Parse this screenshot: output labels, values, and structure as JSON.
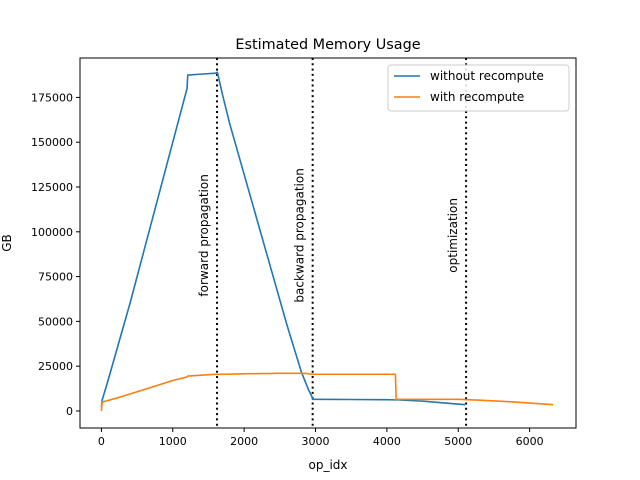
{
  "chart_data": {
    "type": "line",
    "title": "Estimated Memory Usage",
    "xlabel": "op_idx",
    "ylabel": "GB",
    "xlim": [
      -300,
      6650
    ],
    "ylim": [
      -9500,
      197000
    ],
    "xticks": [
      0,
      1000,
      2000,
      3000,
      4000,
      5000,
      6000
    ],
    "yticks": [
      0,
      25000,
      50000,
      75000,
      100000,
      125000,
      150000,
      175000
    ],
    "grid": false,
    "legend_position": "upper-right",
    "series": [
      {
        "name": "without recompute",
        "color": "#1f77b4",
        "x": [
          0,
          10,
          100,
          200,
          400,
          600,
          800,
          1000,
          1200,
          1210,
          1400,
          1600,
          1625,
          1700,
          1800,
          2000,
          2200,
          2400,
          2600,
          2800,
          2900,
          2950,
          2960,
          3000,
          3500,
          4000,
          4100,
          4150,
          4500,
          4800,
          5100
        ],
        "y": [
          2000,
          6000,
          18000,
          32000,
          60000,
          90000,
          120000,
          150000,
          180000,
          187500,
          188000,
          188500,
          189000,
          176000,
          160000,
          132000,
          104000,
          76000,
          48000,
          22000,
          12000,
          8000,
          6500,
          6500,
          6400,
          6300,
          6200,
          6200,
          5500,
          4500,
          3500
        ]
      },
      {
        "name": "with recompute",
        "color": "#ff7f0e",
        "x": [
          0,
          10,
          200,
          400,
          600,
          800,
          1000,
          1200,
          1210,
          1400,
          1600,
          1750,
          1850,
          1950,
          2050,
          2150,
          2250,
          2350,
          2450,
          2550,
          2650,
          2750,
          2850,
          2950,
          3050,
          3150,
          3250,
          3350,
          3450,
          3550,
          3650,
          3750,
          3850,
          3950,
          4050,
          4120,
          4130,
          4150,
          4500,
          5000,
          5300,
          5800,
          6330
        ],
        "y": [
          0,
          5000,
          7000,
          9500,
          12000,
          14500,
          17000,
          19000,
          19500,
          20000,
          20500,
          20500,
          20600,
          20700,
          20800,
          20800,
          20900,
          20900,
          21000,
          21000,
          21000,
          21000,
          21000,
          20500,
          20500,
          20500,
          20500,
          20500,
          20500,
          20500,
          20500,
          20500,
          20500,
          20500,
          20500,
          20500,
          6500,
          6500,
          6500,
          6500,
          6000,
          5000,
          3500
        ]
      }
    ],
    "vlines": [
      {
        "x": 1620,
        "label": "forward propagation"
      },
      {
        "x": 2960,
        "label": "backward propagation"
      },
      {
        "x": 5110,
        "label": "optimization"
      }
    ]
  }
}
